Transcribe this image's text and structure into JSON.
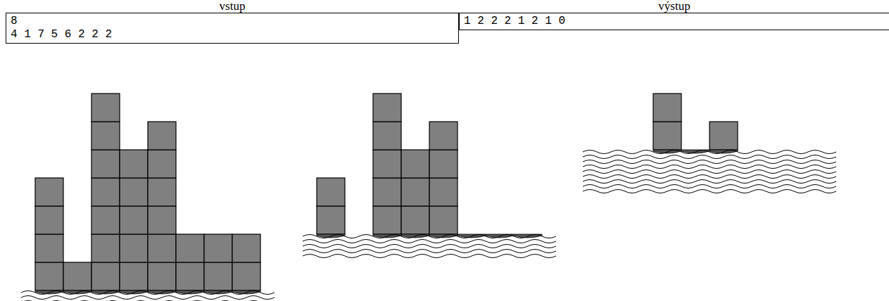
{
  "diagram": {
    "nodes": [
      {
        "text": [
          "vstup",
          "8",
          "4 1 7 5 6 2 2 2"
        ]
      },
      {
        "text": [
          "výstup",
          "1 2 2 2 1 2 1 0"
        ]
      }
    ]
  }
}
